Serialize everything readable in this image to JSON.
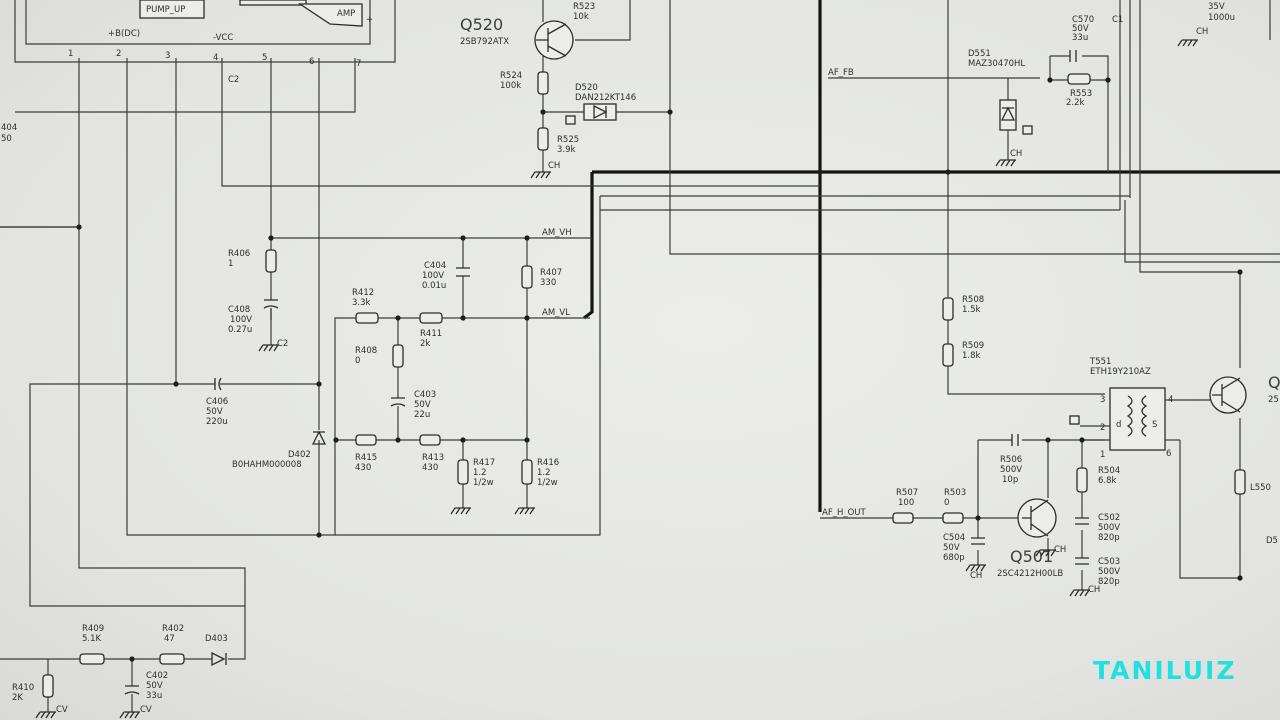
{
  "watermark": "TANILUIZ",
  "colors": {
    "paper": "#e6e7e5",
    "ink": "#2c2e2e",
    "watermark": "#22e0e0"
  },
  "connector": {
    "box_label": "PUMP_UP",
    "amp_label": "AMP",
    "pins": [
      "1",
      "2",
      "3",
      "4",
      "5",
      "6",
      "7"
    ],
    "pin_names": [
      "+B(DC)",
      "-VCC"
    ],
    "c2_label": "C2"
  },
  "nets": {
    "am_vh": "AM_VH",
    "am_vl": "AM_VL",
    "af_fb": "AF_FB",
    "af_h_out": "AF_H_OUT"
  },
  "ground_labels": {
    "ch": "CH",
    "c2": "C2",
    "cv": "CV"
  },
  "edge_labels": {
    "a": "404",
    "b": "50",
    "q": "Q",
    "two5": "25",
    "d5": "D5",
    "c1": "C1"
  },
  "transistors": {
    "q520": {
      "ref": "Q520",
      "part": "2SB792ATX"
    },
    "q501": {
      "ref": "Q501",
      "part": "2SC4212H00LB"
    }
  },
  "diodes": {
    "d520": {
      "ref": "D520",
      "part": "DAN212KT146"
    },
    "d551": {
      "ref": "D551",
      "part": "MAZ30470HL"
    },
    "d402": {
      "ref": "D402",
      "part": "B0HAHM000008"
    },
    "d403": {
      "ref": "D403"
    }
  },
  "transformer": {
    "ref": "T551",
    "part": "ETH19Y210AZ",
    "pins": [
      "3",
      "2",
      "1",
      "4",
      "6"
    ],
    "d": "d",
    "s": "S"
  },
  "inductors": {
    "l550": {
      "ref": "L550"
    }
  },
  "resistors": {
    "r523": {
      "ref": "R523",
      "value": "10k"
    },
    "r524": {
      "ref": "R524",
      "value": "100k"
    },
    "r525": {
      "ref": "R525",
      "value": "3.9k"
    },
    "r553": {
      "ref": "R553",
      "value": "2.2k"
    },
    "r406": {
      "ref": "R406",
      "value": "1"
    },
    "r412": {
      "ref": "R412",
      "value": "3.3k"
    },
    "r411": {
      "ref": "R411",
      "value": "2k"
    },
    "r407": {
      "ref": "R407",
      "value": "330"
    },
    "r408": {
      "ref": "R408",
      "value": "0"
    },
    "r415": {
      "ref": "R415",
      "value": "430"
    },
    "r413": {
      "ref": "R413",
      "value": "430"
    },
    "r417": {
      "ref": "R417",
      "value": "1.2",
      "rating": "1/2w"
    },
    "r416": {
      "ref": "R416",
      "value": "1.2",
      "rating": "1/2w"
    },
    "r508": {
      "ref": "R508",
      "value": "1.5k"
    },
    "r509": {
      "ref": "R509",
      "value": "1.8k"
    },
    "r504": {
      "ref": "R504",
      "value": "6.8k"
    },
    "r507": {
      "ref": "R507",
      "value": "100"
    },
    "r503": {
      "ref": "R503",
      "value": "0"
    },
    "r409": {
      "ref": "R409",
      "value": "5.1K"
    },
    "r402": {
      "ref": "R402",
      "value": "47"
    },
    "r410": {
      "ref": "R410",
      "value": "2K"
    }
  },
  "capacitors": {
    "c570": {
      "ref": "C570",
      "v": "50V",
      "value": "33u"
    },
    "c404": {
      "ref": "C404",
      "v": "100V",
      "value": "0.01u"
    },
    "c408": {
      "ref": "C408",
      "v": "100V",
      "value": "0.27u"
    },
    "c406": {
      "ref": "C406",
      "v": "50V",
      "value": "220u"
    },
    "c403": {
      "ref": "C403",
      "v": "50V",
      "value": "22u"
    },
    "c506": {
      "ref": "R506",
      "v": "500V",
      "value": "10p"
    },
    "c502": {
      "ref": "C502",
      "v": "500V",
      "value": "820p"
    },
    "c503": {
      "ref": "C503",
      "v": "500V",
      "value": "820p"
    },
    "c504": {
      "ref": "C504",
      "v": "50V",
      "value": "680p"
    },
    "c402": {
      "ref": "C402",
      "v": "50V",
      "value": "33u"
    },
    "top_right": {
      "v": "35V",
      "value": "1000u"
    }
  }
}
